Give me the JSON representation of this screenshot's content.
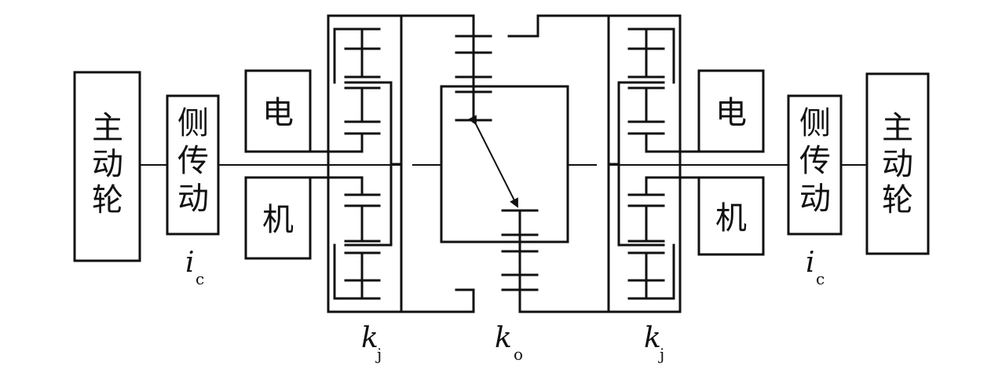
{
  "left": {
    "drive_wheel": [
      "主",
      "动",
      "轮"
    ],
    "side_drive": [
      "侧",
      "传",
      "动"
    ],
    "motor_top": "电",
    "motor_bottom": "机",
    "ratio_symbol": "i",
    "ratio_subscript": "c"
  },
  "right": {
    "drive_wheel": [
      "主",
      "动",
      "轮"
    ],
    "side_drive": [
      "侧",
      "传",
      "动"
    ],
    "motor_top": "电",
    "motor_bottom": "机",
    "ratio_symbol": "i",
    "ratio_subscript": "c"
  },
  "labels": {
    "kj_left_symbol": "k",
    "kj_left_subscript": "j",
    "ko_symbol": "k",
    "ko_subscript": "o",
    "kj_right_symbol": "k",
    "kj_right_subscript": "j"
  },
  "colors": {
    "line": "#111111",
    "background": "#ffffff"
  }
}
